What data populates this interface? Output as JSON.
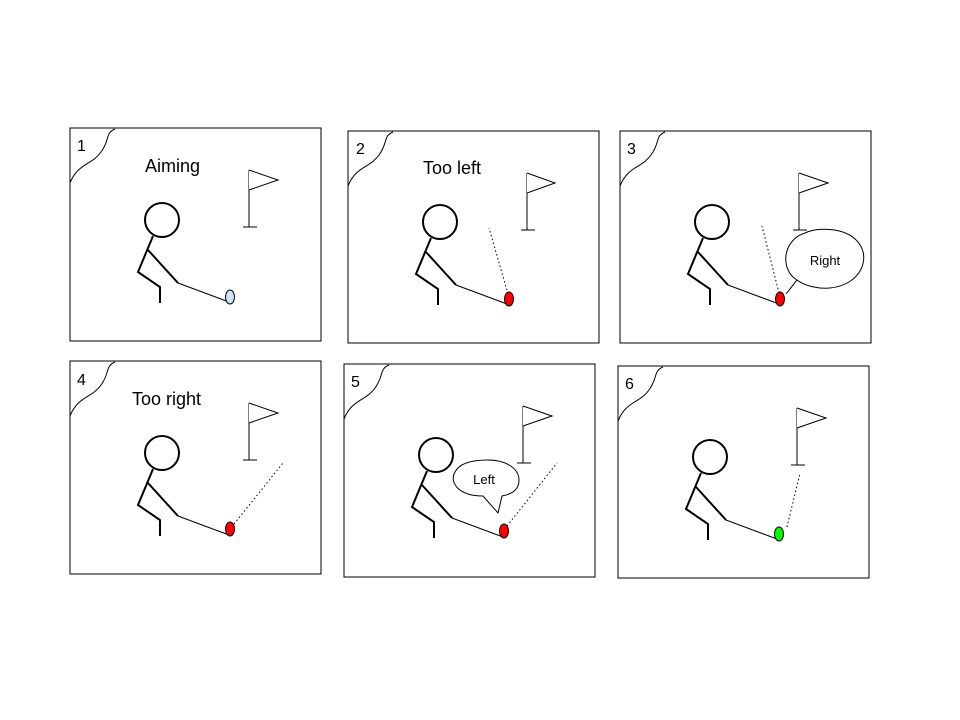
{
  "colors": {
    "ball_neutral": "#cfe2f3",
    "ball_miss": "#ff0000",
    "ball_good": "#00ff00"
  },
  "panels": [
    {
      "number": "1",
      "caption": "Aiming",
      "bubble": "",
      "aim": "none",
      "ball": "neutral"
    },
    {
      "number": "2",
      "caption": "Too left",
      "bubble": "",
      "aim": "left",
      "ball": "miss"
    },
    {
      "number": "3",
      "caption": "",
      "bubble": "Right",
      "aim": "left",
      "ball": "miss"
    },
    {
      "number": "4",
      "caption": "Too right",
      "bubble": "",
      "aim": "right",
      "ball": "miss"
    },
    {
      "number": "5",
      "caption": "",
      "bubble": "Left",
      "aim": "right",
      "ball": "miss"
    },
    {
      "number": "6",
      "caption": "",
      "bubble": "",
      "aim": "center",
      "ball": "good"
    }
  ]
}
